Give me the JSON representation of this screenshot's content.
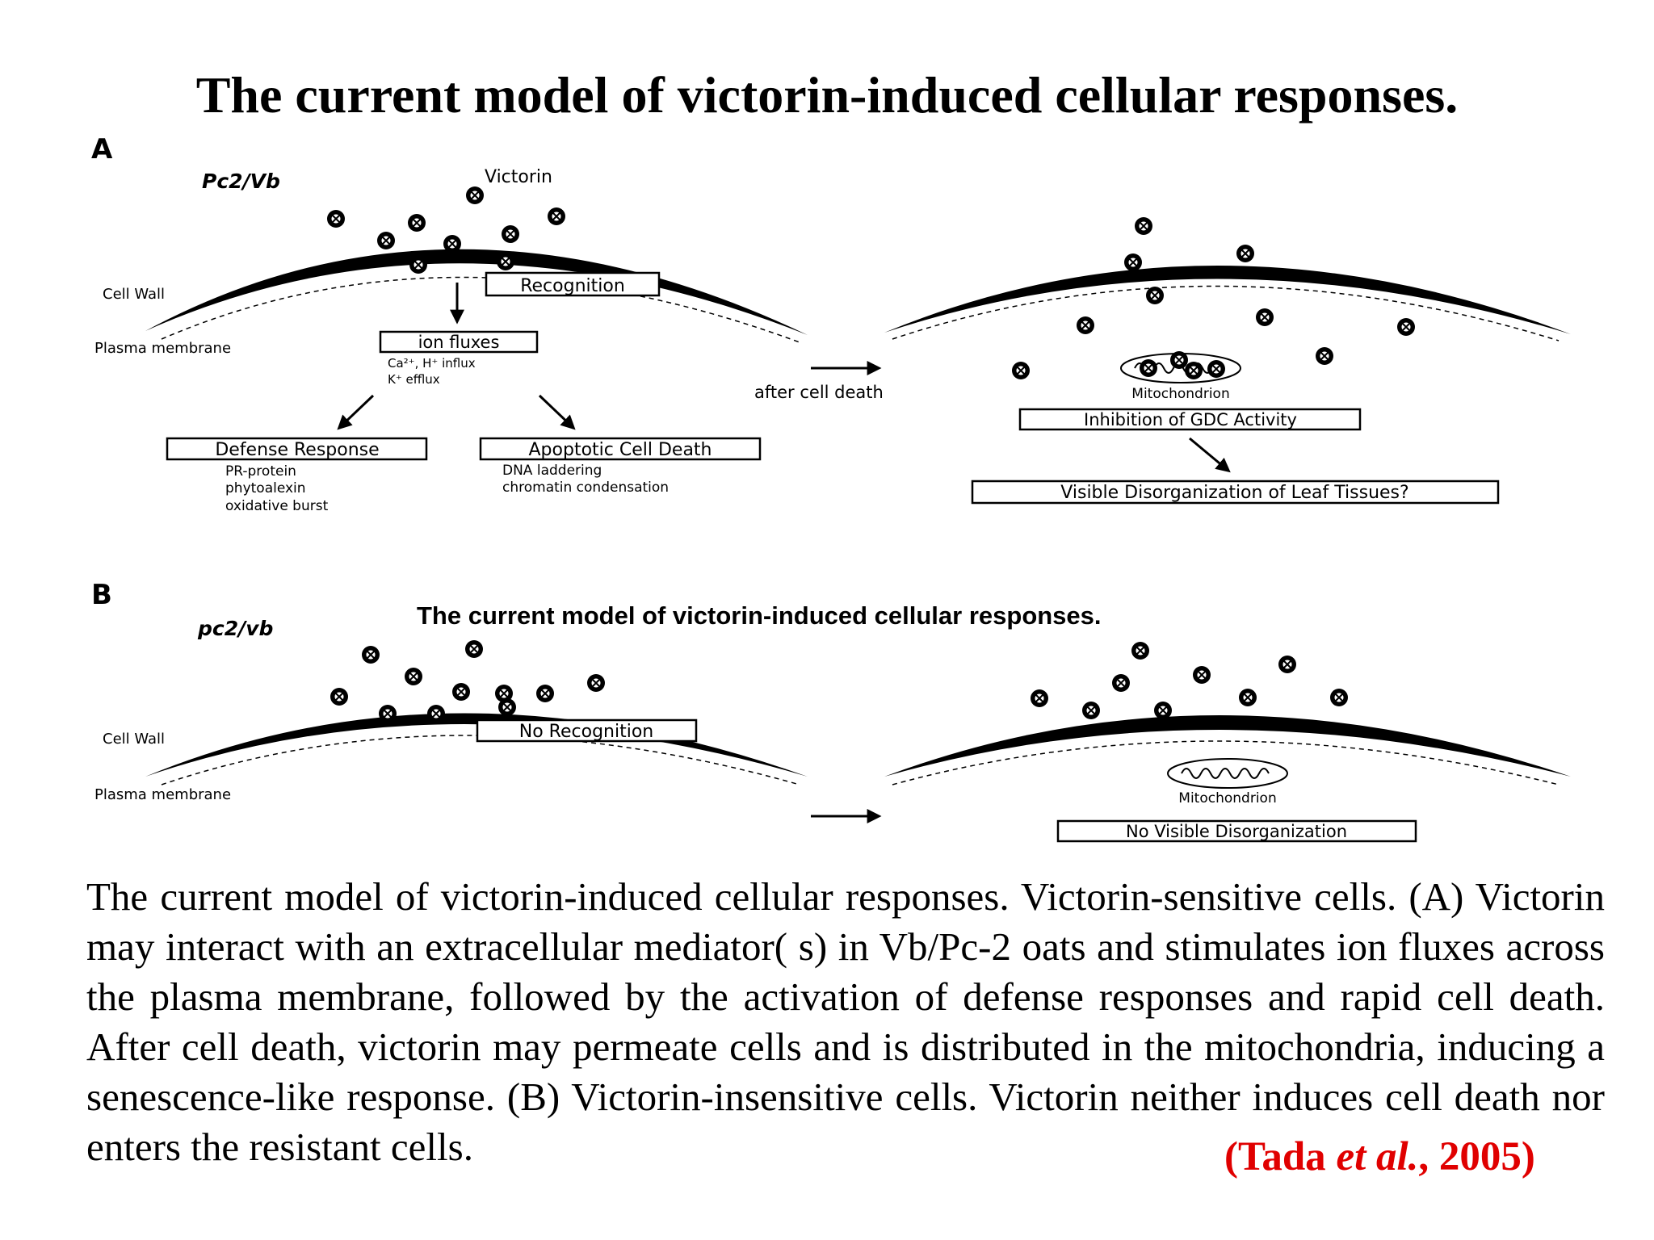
{
  "title": "The current model of victorin-induced cellular responses.",
  "panel_a": {
    "letter": "A",
    "genotype": "Pc2/Vb",
    "victorin_label": "Victorin",
    "cell_wall": "Cell Wall",
    "plasma_membrane": "Plasma membrane",
    "recognition": "Recognition",
    "ion_fluxes": "ion fluxes",
    "ion_detail_1": "Ca²⁺, H⁺ influx",
    "ion_detail_2": "K⁺ efflux",
    "defense_response": "Defense Response",
    "defense_items": [
      "PR-protein",
      "phytoalexin",
      "oxidative burst"
    ],
    "apoptotic_death": "Apoptotic Cell Death",
    "apoptotic_items": [
      "DNA laddering",
      "chromatin condensation"
    ],
    "after_cell_death": "after cell death",
    "mitochondrion": "Mitochondrion",
    "inhibition": "Inhibition of GDC Activity",
    "visible_disorg": "Visible Disorganization of Leaf Tissues?"
  },
  "panel_b": {
    "letter": "B",
    "genotype": "pc2/vb",
    "inner_title": "The current model of victorin-induced cellular responses.",
    "cell_wall": "Cell Wall",
    "plasma_membrane": "Plasma membrane",
    "no_recognition": "No Recognition",
    "mitochondrion": "Mitochondrion",
    "no_visible": "No Visible Disorganization"
  },
  "caption": {
    "text": "The current model of victorin-induced cellular responses. Victorin-sensitive cells. (A) Victorin may interact with an extracellular mediator( s) in Vb/Pc-2 oats and stimulates ion fluxes across the plasma membrane, followed by the activation of defense responses and rapid cell death. After cell death, victorin may permeate cells and is distributed in the mitochondria, inducing a senescence-like response. (B) Victorin-insensitive cells. Victorin neither induces cell death nor enters the resistant cells."
  },
  "citation": {
    "open": "(Tada ",
    "etal": "et al.",
    "close": ", 2005)",
    "color": "#e00000"
  }
}
